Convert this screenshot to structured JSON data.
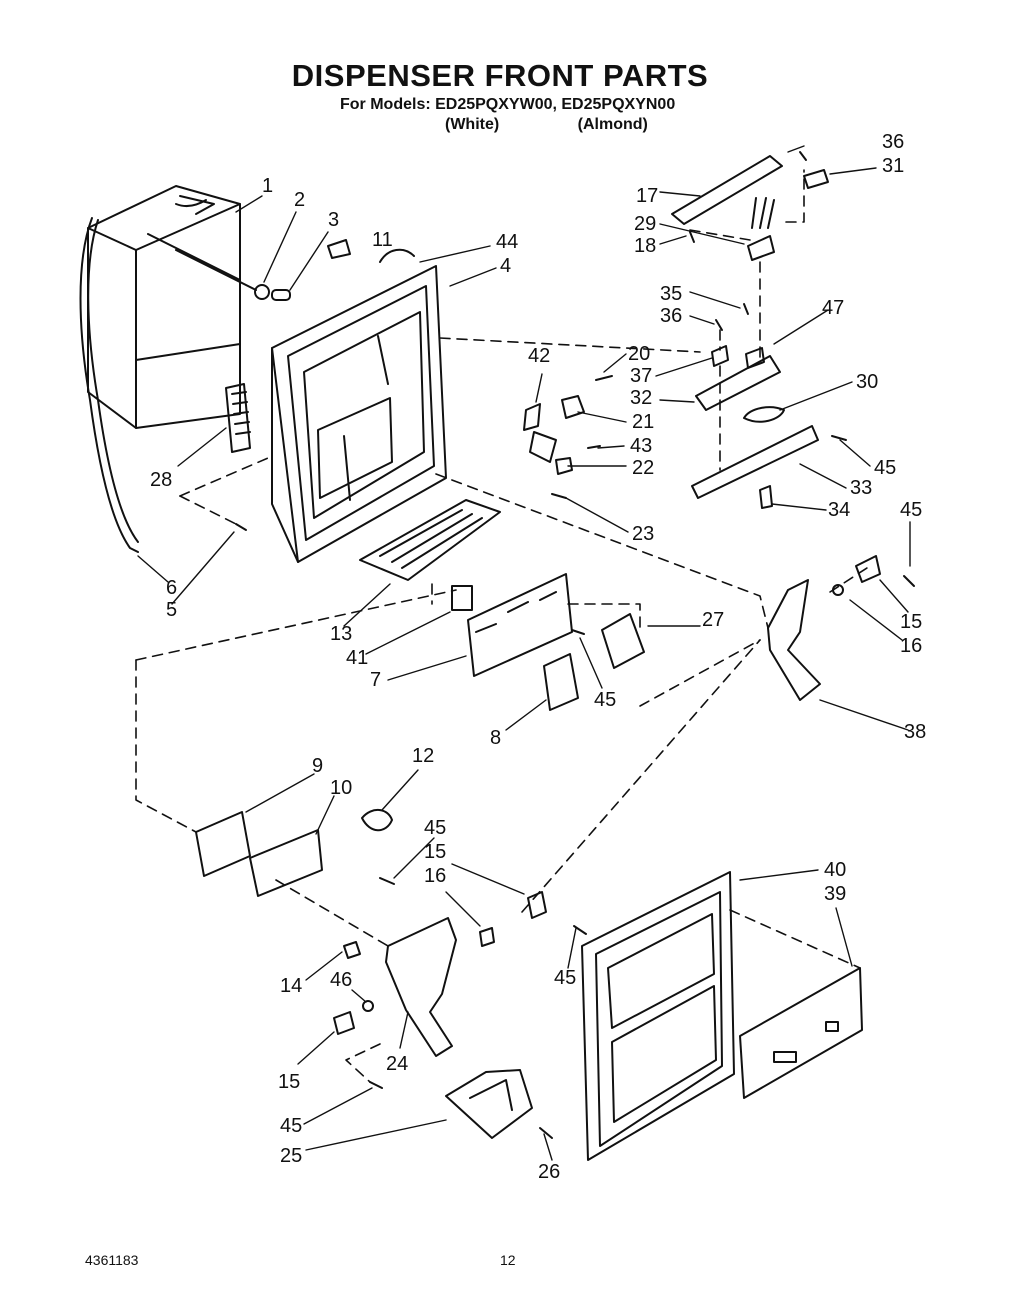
{
  "title": "DISPENSER FRONT PARTS",
  "models_line": "For Models: ED25PQXYW00, ED25PQXYN00",
  "color_white": "(White)",
  "color_almond": "(Almond)",
  "footer_doc_number": "4361183",
  "footer_page": "12",
  "callouts": {
    "c1": "1",
    "c2": "2",
    "c3": "3",
    "c11": "11",
    "c44": "44",
    "c4": "4",
    "c36a": "36",
    "c31": "31",
    "c17": "17",
    "c29": "29",
    "c18": "18",
    "c35": "35",
    "c36b": "36",
    "c47": "47",
    "c20": "20",
    "c42": "42",
    "c37": "37",
    "c30": "30",
    "c32": "32",
    "c21": "21",
    "c43": "43",
    "c45a": "45",
    "c33": "33",
    "c22": "22",
    "c34": "34",
    "c28": "28",
    "c23": "23",
    "c45b": "45",
    "c6": "6",
    "c5": "5",
    "c15a": "15",
    "c16a": "16",
    "c13": "13",
    "c27": "27",
    "c41": "41",
    "c7": "7",
    "c45c": "45",
    "c38": "38",
    "c8": "8",
    "c9": "9",
    "c12": "12",
    "c10": "10",
    "c45d": "45",
    "c15b": "15",
    "c40": "40",
    "c16b": "16",
    "c39": "39",
    "c45e": "45",
    "c14": "14",
    "c46": "46",
    "c24": "24",
    "c15c": "15",
    "c45f": "45",
    "c25": "25",
    "c26": "26"
  }
}
